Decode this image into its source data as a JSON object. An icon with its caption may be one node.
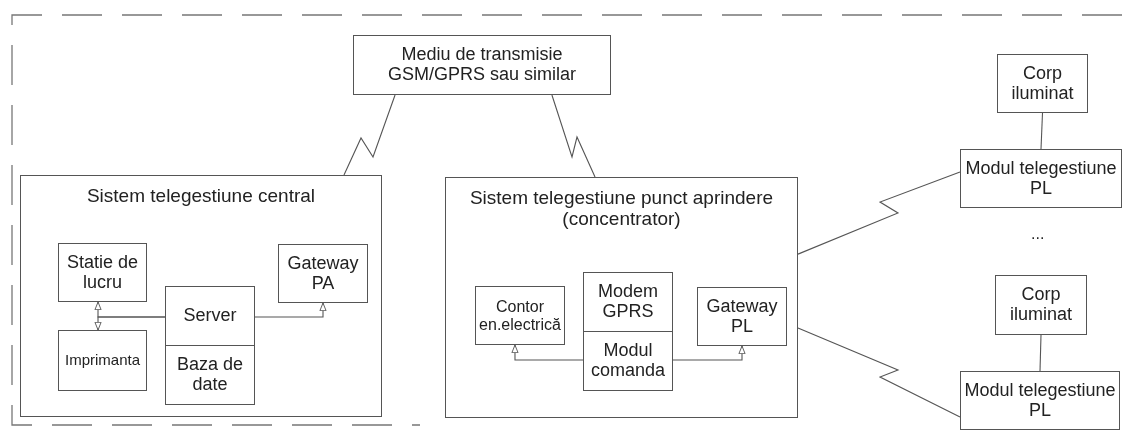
{
  "diagram": {
    "nodes": [
      {
        "text": [
          "Mediu de transmisie GSM/GPRS sau similar"
        ]
      },
      {
        "text": [
          "Sistem telegestiune central"
        ]
      },
      {
        "text": [
          "Statie de lucru"
        ],
        "in": 1
      },
      {
        "text": [
          "Imprimanta"
        ],
        "in": 1
      },
      {
        "text": [
          "Server"
        ],
        "in": 1
      },
      {
        "text": [
          "Baza de date"
        ],
        "in": 1
      },
      {
        "text": [
          "Gateway PA"
        ],
        "in": 1
      },
      {
        "text": [
          "Sistem telegestiune punct aprindere (concentrator)"
        ]
      },
      {
        "text": [
          "Contor en.electrică"
        ],
        "in": 7
      },
      {
        "text": [
          "Modem GPRS"
        ],
        "in": 7
      },
      {
        "text": [
          "Modul comanda"
        ],
        "in": 7
      },
      {
        "text": [
          "Gateway PL"
        ],
        "in": 7
      },
      {
        "text": [
          "Corp iluminat"
        ]
      },
      {
        "text": [
          "Modul telegestiune PL"
        ]
      },
      {
        "text": [
          "Corp iluminat"
        ]
      },
      {
        "text": [
          "Modul telegestiune PL"
        ]
      }
    ],
    "edges": [
      {
        "from": 0,
        "to": 1,
        "arrow": "none"
      },
      {
        "from": 0,
        "to": 7,
        "arrow": "none"
      },
      {
        "from": 4,
        "to": 2,
        "arrow": "to"
      },
      {
        "from": 4,
        "to": 3,
        "arrow": "to"
      },
      {
        "from": 4,
        "to": 6,
        "arrow": "to"
      },
      {
        "from": 10,
        "to": 8,
        "arrow": "to"
      },
      {
        "from": 10,
        "to": 11,
        "arrow": "to"
      },
      {
        "from": 7,
        "to": 13,
        "arrow": "none"
      },
      {
        "from": 7,
        "to": 15,
        "arrow": "none"
      },
      {
        "from": 12,
        "to": 13,
        "arrow": "none"
      },
      {
        "from": 14,
        "to": 15,
        "arrow": "none"
      }
    ],
    "labels": [
      "..."
    ]
  }
}
